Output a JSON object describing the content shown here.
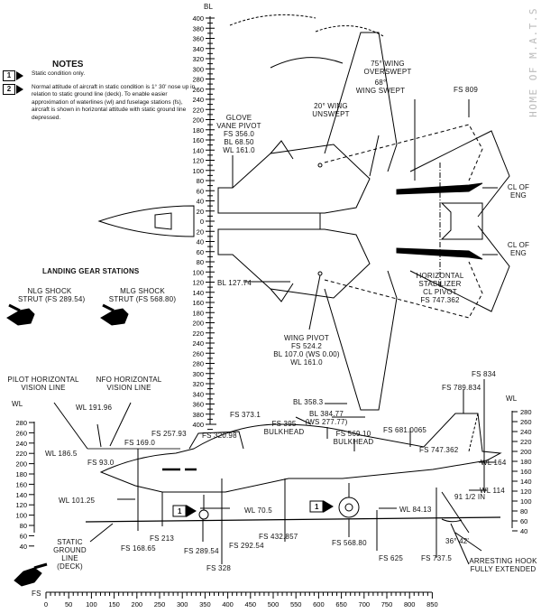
{
  "watermark": "HOME OF M.A.T.S",
  "notes": {
    "title": "NOTES",
    "items": [
      {
        "num": "1",
        "text": "Static condition only."
      },
      {
        "num": "2",
        "text": "Normal attitude of aircraft in static condition is 1° 30' nose up in relation to static ground line (deck). To enable easier approximation of waterlines (wl) and fuselage stations (fs), aircraft is shown in horizontal attitude with static ground line depressed."
      }
    ]
  },
  "landing_gear": {
    "title": "LANDING GEAR STATIONS",
    "nlg": [
      "NLG SHOCK",
      "STRUT (FS 289.54)"
    ],
    "mlg": [
      "MLG SHOCK",
      "STRUT (FS 568.80)"
    ]
  },
  "bl_scale": {
    "label": "BL",
    "upper_ticks": [
      "400",
      "380",
      "360",
      "340",
      "320",
      "300",
      "280",
      "260",
      "240",
      "220",
      "200",
      "180",
      "160",
      "140",
      "120",
      "100",
      "80",
      "60",
      "40",
      "20",
      "0"
    ],
    "lower_ticks": [
      "20",
      "40",
      "60",
      "80",
      "100",
      "120",
      "140",
      "160",
      "180",
      "200",
      "220",
      "240",
      "260",
      "280",
      "300",
      "320",
      "340",
      "360",
      "380",
      "400"
    ]
  },
  "wl_scale_left": {
    "label": "WL",
    "ticks": [
      "280",
      "260",
      "240",
      "220",
      "200",
      "180",
      "160",
      "140",
      "120",
      "100",
      "80",
      "60",
      "40"
    ]
  },
  "wl_scale_right": {
    "label": "WL",
    "ticks": [
      "280",
      "260",
      "240",
      "220",
      "200",
      "180",
      "160",
      "140",
      "120",
      "100",
      "80",
      "60",
      "40"
    ]
  },
  "fs_scale": {
    "label": "FS",
    "ticks": [
      "0",
      "50",
      "100",
      "150",
      "200",
      "250",
      "300",
      "350",
      "400",
      "450",
      "500",
      "550",
      "600",
      "650",
      "700",
      "750",
      "800",
      "850"
    ]
  },
  "plan_view": {
    "wing_overswept": [
      "75° WING",
      "OVERSWEPT"
    ],
    "wing_swept": [
      "68°",
      "WING SWEPT"
    ],
    "wing_unswept": [
      "20° WING",
      "UNSWEPT"
    ],
    "fs_809": "FS 809",
    "glove_vane": [
      "GLOVE",
      "VANE PIVOT",
      "FS 356.0",
      "BL 68.50",
      "WL 161.0"
    ],
    "cl_eng_upper": [
      "CL OF",
      "ENG"
    ],
    "cl_eng_lower": [
      "CL OF",
      "ENG"
    ],
    "h_stab": [
      "HORIZONTAL",
      "STABILIZER",
      "CL PIVOT",
      "FS 747.362"
    ],
    "bl_127": "BL 127.74",
    "wing_pivot": [
      "WING PIVOT",
      "FS 524.2",
      "BL 107.0 (WS 0.00)",
      "WL 161.0"
    ],
    "bl_358": "BL 358.3",
    "bl_384": [
      "BL 384.77",
      "(WS 277.77)"
    ]
  },
  "side_view": {
    "pilot_vision": [
      "PILOT HORIZONTAL",
      "VISION LINE"
    ],
    "nfo_vision": [
      "NFO HORIZONTAL",
      "VISION LINE"
    ],
    "wl_191": "WL 191.96",
    "wl_186": "WL 186.5",
    "fs_257": "FS 257.93",
    "fs_169": "FS 169.0",
    "fs_93": "FS 93.0",
    "fs_320": "FS 320.98",
    "fs_373": "FS 373.1",
    "fs_395": [
      "FS 395",
      "BULKHEAD"
    ],
    "fs_569": [
      "FS 569.10",
      "BULKHEAD"
    ],
    "fs_681": "FS 681.0065",
    "fs_747": "FS 747.362",
    "fs_789": "FS 789.834",
    "fs_834": "FS 834",
    "wl_164": "WL 164",
    "wl_114": "WL 114",
    "hook_length": "91 1/2 IN",
    "wl_101": "WL 101.25",
    "wl_70": "WL 70.5",
    "wl_84": "WL 84.13",
    "fs_213": "FS 213",
    "fs_168": "FS 168.65",
    "fs_289": "FS 289.54",
    "fs_292": "FS 292.54",
    "fs_328": "FS 328",
    "fs_432": "FS 432.857",
    "fs_568": "FS 568.80",
    "fs_625": "FS 625",
    "fs_737": "FS 737.5",
    "hook_angle": "36° 42'",
    "arresting_hook": [
      "ARRESTING HOOK",
      "FULLY EXTENDED"
    ],
    "ground_line": [
      "STATIC",
      "GROUND",
      "LINE",
      "(DECK)"
    ],
    "note_flag": "1"
  }
}
